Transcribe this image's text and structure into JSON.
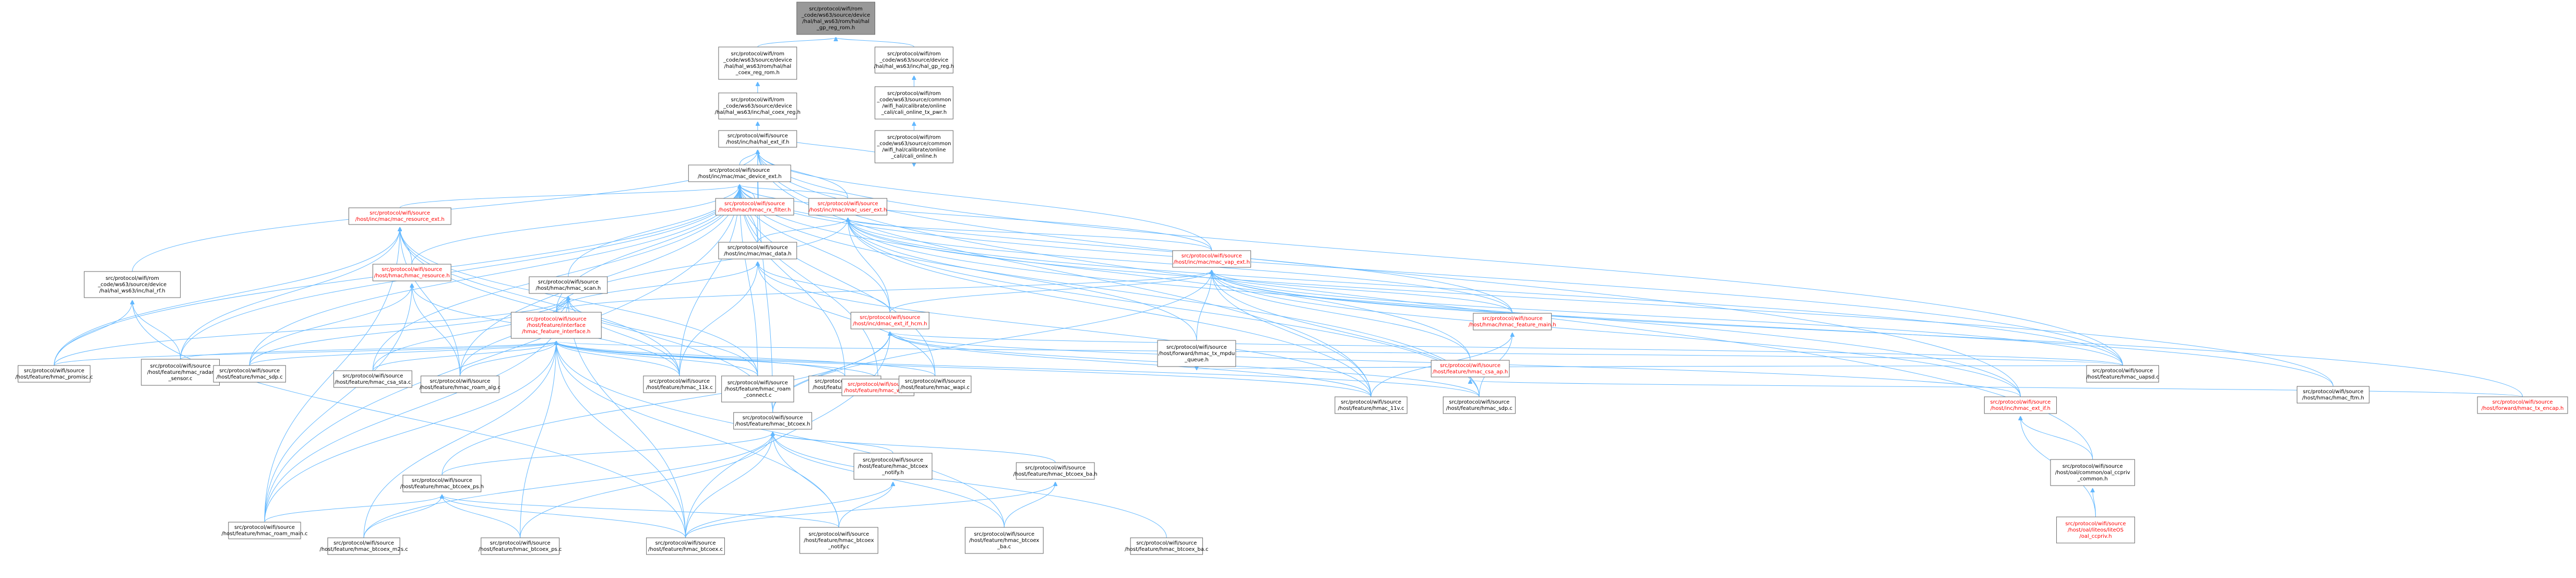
{
  "graph": {
    "title": "",
    "edge_color": "#63b8ff",
    "link_text_color": "#ff0000",
    "root_fill": "#999999",
    "nodes": [
      {
        "id": "n0",
        "lines": [
          "src/protocol/wifi/rom",
          "_code/ws63/source/device",
          "/hal/hal_ws63/rom/hal/hal",
          "_gp_reg_rom.h"
        ],
        "root": true
      },
      {
        "id": "n1",
        "lines": [
          "src/protocol/wifi/rom",
          "_code/ws63/source/device",
          "/hal/hal_ws63/rom/hal/hal",
          "_coex_reg_rom.h"
        ]
      },
      {
        "id": "n2",
        "lines": [
          "src/protocol/wifi/rom",
          "_code/ws63/source/device",
          "/hal/hal_ws63/inc/hal_gp_reg.h"
        ]
      },
      {
        "id": "n3",
        "lines": [
          "src/protocol/wifi/rom",
          "_code/ws63/source/device",
          "/hal/hal_ws63/inc/hal_coex_reg.h"
        ]
      },
      {
        "id": "n4",
        "lines": [
          "src/protocol/wifi/rom",
          "_code/ws63/source/common",
          "/wifi_hal/calibrate/online",
          "_cali/cali_online_tx_pwr.h"
        ]
      },
      {
        "id": "n5",
        "lines": [
          "src/protocol/wifi/source",
          "/host/inc/hal/hal_ext_if.h"
        ]
      },
      {
        "id": "n6",
        "lines": [
          "src/protocol/wifi/rom",
          "_code/ws63/source/common",
          "/wifi_hal/calibrate/online",
          "_cali/cali_online.h"
        ]
      },
      {
        "id": "n7",
        "lines": [
          "src/protocol/wifi/source",
          "/host/inc/mac/mac_device_ext.h"
        ]
      },
      {
        "id": "n8",
        "lines": [
          "src/protocol/wifi/source",
          "/host/hmac/hmac_rx_filter.h"
        ],
        "red": true
      },
      {
        "id": "n9",
        "lines": [
          "src/protocol/wifi/source",
          "/host/inc/mac/mac_user_ext.h"
        ],
        "red": true
      },
      {
        "id": "n10",
        "lines": [
          "src/protocol/wifi/source",
          "/host/inc/mac/mac_resource_ext.h"
        ],
        "red": true
      },
      {
        "id": "n11",
        "lines": [
          "src/protocol/wifi/source",
          "/host/inc/mac/mac_data.h"
        ]
      },
      {
        "id": "n12",
        "lines": [
          "src/protocol/wifi/source",
          "/host/inc/mac/mac_vap_ext.h"
        ],
        "red": true
      },
      {
        "id": "n13",
        "lines": [
          "src/protocol/wifi/rom",
          "_code/ws63/source/device",
          "/hal/hal_ws63/inc/hal_rf.h"
        ]
      },
      {
        "id": "n14",
        "lines": [
          "src/protocol/wifi/source",
          "/host/hmac/hmac_resource.h"
        ],
        "red": true
      },
      {
        "id": "n15",
        "lines": [
          "src/protocol/wifi/source",
          "/host/hmac/hmac_scan.h"
        ]
      },
      {
        "id": "n16",
        "lines": [
          "src/protocol/wifi/source",
          "/host/feature/interface",
          "/hmac_feature_interface.h"
        ],
        "red": true
      },
      {
        "id": "n17",
        "lines": [
          "src/protocol/wifi/source",
          "/host/inc/dmac_ext_if_hcm.h"
        ],
        "red": true
      },
      {
        "id": "n18",
        "lines": [
          "src/protocol/wifi/source",
          "/host/hmac/hmac_feature_main.h"
        ],
        "red": true
      },
      {
        "id": "n19",
        "lines": [
          "src/protocol/wifi/source",
          "/host/forward/hmac_tx_mpdu",
          "_queue.h"
        ]
      },
      {
        "id": "n20",
        "lines": [
          "src/protocol/wifi/source",
          "/host/feature/hmac_csa_ap.h"
        ],
        "red": true
      },
      {
        "id": "n21",
        "lines": [
          "src/protocol/wifi/source",
          "/host/feature/hmac_promisc.c"
        ]
      },
      {
        "id": "n22",
        "lines": [
          "src/protocol/wifi/source",
          "/host/feature/hmac_radar",
          "_sensor.c"
        ]
      },
      {
        "id": "n23",
        "lines": [
          "src/protocol/wifi/source",
          "/host/feature/hmac_sdp.c"
        ]
      },
      {
        "id": "n24",
        "lines": [
          "src/protocol/wifi/source",
          "/host/feature/hmac_csa_sta.c"
        ]
      },
      {
        "id": "n25",
        "lines": [
          "src/protocol/wifi/source",
          "/host/feature/hmac_roam_alg.c"
        ]
      },
      {
        "id": "n26",
        "lines": [
          "src/protocol/wifi/source",
          "/host/feature/hmac_11k.c"
        ]
      },
      {
        "id": "n27",
        "lines": [
          "src/protocol/wifi/source",
          "/host/feature/hmac_roam",
          "_connect.c"
        ]
      },
      {
        "id": "n28",
        "lines": [
          "src/protocol/wifi/source",
          "/host/feature/hmac_csi.h"
        ]
      },
      {
        "id": "n29",
        "lines": [
          "src/protocol/wifi/source",
          "/host/feature/hmac_wps.h"
        ],
        "red": true
      },
      {
        "id": "n30",
        "lines": [
          "src/protocol/wifi/source",
          "/host/feature/hmac_wapi.c"
        ]
      },
      {
        "id": "n31",
        "lines": [
          "src/protocol/wifi/source",
          "/host/feature/hmac_btcoex.h"
        ]
      },
      {
        "id": "n32",
        "lines": [
          "src/protocol/wifi/source",
          "/host/feature/hmac_11v.c"
        ]
      },
      {
        "id": "n33",
        "lines": [
          "src/protocol/wifi/source",
          "/host/feature/hmac_sdp.c"
        ]
      },
      {
        "id": "n34",
        "lines": [
          "src/protocol/wifi/source",
          "/host/feature/hmac_uapsd.c"
        ]
      },
      {
        "id": "n35",
        "lines": [
          "src/protocol/wifi/source",
          "/host/inc/hmac_ext_if.h"
        ],
        "red": true
      },
      {
        "id": "n36",
        "lines": [
          "src/protocol/wifi/source",
          "/host/hmac/hmac_ftm.h"
        ]
      },
      {
        "id": "n37",
        "lines": [
          "src/protocol/wifi/source",
          "/host/forward/hmac_tx_encap.h"
        ],
        "red": true
      },
      {
        "id": "n38",
        "lines": [
          "src/protocol/wifi/source",
          "/host/feature/hmac_btcoex_ps.h"
        ]
      },
      {
        "id": "n39",
        "lines": [
          "src/protocol/wifi/source",
          "/host/feature/hmac_btcoex",
          "_notify.h"
        ]
      },
      {
        "id": "n40",
        "lines": [
          "src/protocol/wifi/source",
          "/host/feature/hmac_btcoex_ba.h"
        ]
      },
      {
        "id": "n41",
        "lines": [
          "src/protocol/wifi/source",
          "/host/oal/common/oal_ccpriv",
          "_common.h"
        ]
      },
      {
        "id": "n42",
        "lines": [
          "src/protocol/wifi/source",
          "/host/feature/hmac_roam_main.c"
        ]
      },
      {
        "id": "n43",
        "lines": [
          "src/protocol/wifi/source",
          "/host/feature/hmac_btcoex_m2s.c"
        ]
      },
      {
        "id": "n44",
        "lines": [
          "src/protocol/wifi/source",
          "/host/feature/hmac_btcoex_ps.c"
        ]
      },
      {
        "id": "n45",
        "lines": [
          "src/protocol/wifi/source",
          "/host/feature/hmac_btcoex.c"
        ]
      },
      {
        "id": "n46",
        "lines": [
          "src/protocol/wifi/source",
          "/host/feature/hmac_btcoex",
          "_notify.c"
        ]
      },
      {
        "id": "n47",
        "lines": [
          "src/protocol/wifi/source",
          "/host/feature/hmac_btcoex",
          "_ba.c"
        ]
      },
      {
        "id": "n48",
        "lines": [
          "src/protocol/wifi/source",
          "/host/feature/hmac_btcoex_ba.c"
        ]
      },
      {
        "id": "n49",
        "lines": [
          "src/protocol/wifi/source",
          "/host/oal/liteos/liteOS",
          "/oal_ccpriv.h"
        ],
        "red": true
      }
    ],
    "edges": [
      [
        "n1",
        "n0"
      ],
      [
        "n2",
        "n0"
      ],
      [
        "n3",
        "n1"
      ],
      [
        "n4",
        "n2"
      ],
      [
        "n5",
        "n3"
      ],
      [
        "n6",
        "n4"
      ],
      [
        "n5",
        "n6"
      ],
      [
        "n7",
        "n5"
      ],
      [
        "n9",
        "n5"
      ],
      [
        "n12",
        "n5"
      ],
      [
        "n13",
        "n5"
      ],
      [
        "n11",
        "n5"
      ],
      [
        "n35",
        "n5"
      ],
      [
        "n32",
        "n5"
      ],
      [
        "n34",
        "n5"
      ],
      [
        "n41",
        "n5"
      ],
      [
        "n31",
        "n5"
      ],
      [
        "n8",
        "n7"
      ],
      [
        "n9",
        "n7"
      ],
      [
        "n10",
        "n7"
      ],
      [
        "n11",
        "n7"
      ],
      [
        "n12",
        "n7"
      ],
      [
        "n14",
        "n7"
      ],
      [
        "n15",
        "n7"
      ],
      [
        "n16",
        "n7"
      ],
      [
        "n17",
        "n7"
      ],
      [
        "n18",
        "n7"
      ],
      [
        "n20",
        "n7"
      ],
      [
        "n21",
        "n7"
      ],
      [
        "n22",
        "n7"
      ],
      [
        "n23",
        "n7"
      ],
      [
        "n24",
        "n7"
      ],
      [
        "n25",
        "n7"
      ],
      [
        "n26",
        "n7"
      ],
      [
        "n27",
        "n7"
      ],
      [
        "n28",
        "n7"
      ],
      [
        "n29",
        "n7"
      ],
      [
        "n30",
        "n7"
      ],
      [
        "n42",
        "n7"
      ],
      [
        "n34",
        "n7"
      ],
      [
        "n33",
        "n7"
      ],
      [
        "n11",
        "n9"
      ],
      [
        "n12",
        "n9"
      ],
      [
        "n17",
        "n9"
      ],
      [
        "n18",
        "n9"
      ],
      [
        "n19",
        "n9"
      ],
      [
        "n16",
        "n9"
      ],
      [
        "n32",
        "n9"
      ],
      [
        "n33",
        "n9"
      ],
      [
        "n34",
        "n9"
      ],
      [
        "n35",
        "n9"
      ],
      [
        "n36",
        "n9"
      ],
      [
        "n14",
        "n10"
      ],
      [
        "n21",
        "n10"
      ],
      [
        "n22",
        "n10"
      ],
      [
        "n25",
        "n10"
      ],
      [
        "n26",
        "n10"
      ],
      [
        "n27",
        "n10"
      ],
      [
        "n31",
        "n10"
      ],
      [
        "n42",
        "n10"
      ],
      [
        "n16",
        "n11"
      ],
      [
        "n17",
        "n11"
      ],
      [
        "n26",
        "n11"
      ],
      [
        "n30",
        "n11"
      ],
      [
        "n32",
        "n11"
      ],
      [
        "n16",
        "n12"
      ],
      [
        "n17",
        "n12"
      ],
      [
        "n18",
        "n12"
      ],
      [
        "n19",
        "n12"
      ],
      [
        "n20",
        "n12"
      ],
      [
        "n35",
        "n12"
      ],
      [
        "n36",
        "n12"
      ],
      [
        "n37",
        "n12"
      ],
      [
        "n34",
        "n12"
      ],
      [
        "n33",
        "n12"
      ],
      [
        "n32",
        "n12"
      ],
      [
        "n31",
        "n12"
      ],
      [
        "n21",
        "n13"
      ],
      [
        "n22",
        "n13"
      ],
      [
        "n45",
        "n13"
      ],
      [
        "n23",
        "n14"
      ],
      [
        "n25",
        "n14"
      ],
      [
        "n26",
        "n14"
      ],
      [
        "n42",
        "n14"
      ],
      [
        "n21",
        "n15"
      ],
      [
        "n23",
        "n15"
      ],
      [
        "n24",
        "n15"
      ],
      [
        "n25",
        "n15"
      ],
      [
        "n26",
        "n15"
      ],
      [
        "n27",
        "n15"
      ],
      [
        "n42",
        "n15"
      ],
      [
        "n45",
        "n15"
      ],
      [
        "n21",
        "n16"
      ],
      [
        "n22",
        "n16"
      ],
      [
        "n23",
        "n16"
      ],
      [
        "n24",
        "n16"
      ],
      [
        "n25",
        "n16"
      ],
      [
        "n26",
        "n16"
      ],
      [
        "n27",
        "n16"
      ],
      [
        "n28",
        "n16"
      ],
      [
        "n29",
        "n16"
      ],
      [
        "n30",
        "n16"
      ],
      [
        "n42",
        "n16"
      ],
      [
        "n43",
        "n16"
      ],
      [
        "n44",
        "n16"
      ],
      [
        "n45",
        "n16"
      ],
      [
        "n46",
        "n16"
      ],
      [
        "n47",
        "n16"
      ],
      [
        "n32",
        "n16"
      ],
      [
        "n33",
        "n16"
      ],
      [
        "n34",
        "n16"
      ],
      [
        "n31",
        "n17"
      ],
      [
        "n32",
        "n17"
      ],
      [
        "n33",
        "n17"
      ],
      [
        "n34",
        "n17"
      ],
      [
        "n35",
        "n17"
      ],
      [
        "n38",
        "n17"
      ],
      [
        "n45",
        "n17"
      ],
      [
        "n32",
        "n18"
      ],
      [
        "n33",
        "n18"
      ],
      [
        "n34",
        "n19"
      ],
      [
        "n37",
        "n20"
      ],
      [
        "n38",
        "n31"
      ],
      [
        "n39",
        "n31"
      ],
      [
        "n40",
        "n31"
      ],
      [
        "n43",
        "n31"
      ],
      [
        "n44",
        "n31"
      ],
      [
        "n45",
        "n31"
      ],
      [
        "n46",
        "n31"
      ],
      [
        "n47",
        "n31"
      ],
      [
        "n48",
        "n31"
      ],
      [
        "n41",
        "n35"
      ],
      [
        "n49",
        "n35"
      ],
      [
        "n49",
        "n41"
      ],
      [
        "n42",
        "n38"
      ],
      [
        "n43",
        "n38"
      ],
      [
        "n44",
        "n38"
      ],
      [
        "n45",
        "n38"
      ],
      [
        "n46",
        "n38"
      ],
      [
        "n45",
        "n39"
      ],
      [
        "n46",
        "n39"
      ],
      [
        "n47",
        "n40"
      ],
      [
        "n45",
        "n40"
      ]
    ]
  }
}
